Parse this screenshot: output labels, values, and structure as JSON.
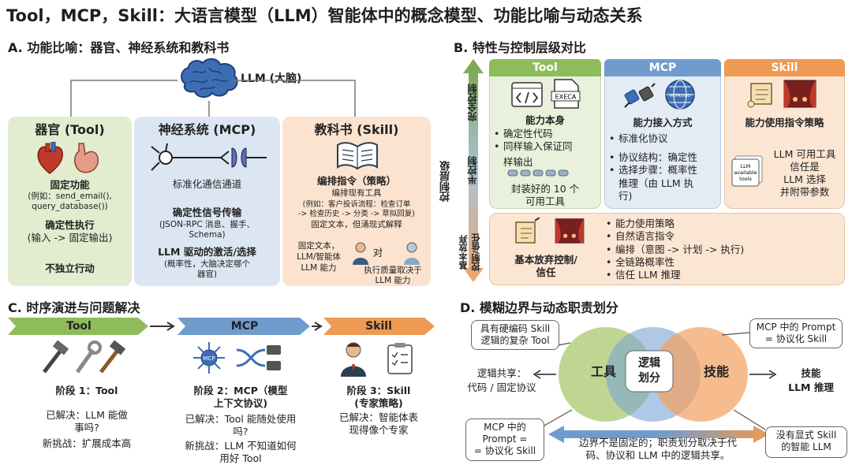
{
  "title": "Tool，MCP，Skill：大语言模型（LLM）智能体中的概念模型、功能比喻与动态关系",
  "secA": {
    "heading": "A. 功能比喻：器官、神经系统和教科书",
    "brain": "LLM (大脑)",
    "tool": {
      "title": "器官 (Tool)",
      "l1": "固定功能",
      "l2": "(例如：send_email(),",
      "l3": "query_database())",
      "l4": "确定性执行",
      "l5": "(输入 -> 固定输出)",
      "l6": "不独立行动"
    },
    "mcp": {
      "title": "神经系统 (MCP)",
      "l1": "标准化通信通道",
      "l2": "确定性信号传输",
      "l3": "(JSON-RPC 消息、握手、",
      "l4": "Schema)",
      "l5": "LLM 驱动的激活/选择",
      "l6": "(概率性，大脑决定哪个",
      "l7": "器官)"
    },
    "skill": {
      "title": "教科书 (Skill)",
      "l1": "编排指令（策略）",
      "l2": "编排现有工具",
      "l3": "(例如：客户投诉流程：检查订单",
      "l4": "-> 检查历史 -> 分类 -> 草拟回复)",
      "l5": "固定文本，但涌现式解释",
      "l6": "固定文本，",
      "l7": "LLM/智能体",
      "l8": "LLM 能力",
      "l9": "对",
      "l10": "执行质量取决于",
      "l11": "LLM 能力"
    }
  },
  "secB": {
    "heading": "B. 特性与控制层级对比",
    "axis": "控制层级",
    "full": "完全控制",
    "half": "半控制",
    "abandon": "基本放弃",
    "trust": "控制/信任",
    "tool": {
      "hdr": "Tool",
      "l1": "能力本身",
      "b1": "确定性代码",
      "b2": "同样输入保证同",
      "b3": "样输出",
      "l2": "封装好的 10 个",
      "l3": "可用工具",
      "icon": "EXECA"
    },
    "mcp": {
      "hdr": "MCP",
      "l1": "能力接入方式",
      "b1": "标准化协议",
      "b2": "协议结构：确定性",
      "b3": "选择步骤：概率性",
      "b4": "推理（由 LLM 执",
      "b5": "行)",
      "icon": "MCPROVID"
    },
    "skill": {
      "hdr": "Skill",
      "l1": "能力使用指令策略",
      "l2": "LLM 可用工具",
      "l3": "信任是",
      "l4": "LLM 选择",
      "l5": "并附带参数",
      "icon1": "LLM",
      "icon2": "available",
      "icon3": "tools"
    },
    "bottom": {
      "l1": "基本放弃控制/",
      "l2": "信任",
      "b1": "能力使用策略",
      "b2": "自然语言指令",
      "b3": "编排（意图 -> 计划 -> 执行)",
      "b4": "全链路概率性",
      "b5": "信任 LLM 推理"
    }
  },
  "secC": {
    "heading": "C. 时序演进与问题解决",
    "a1": "Tool",
    "a2": "MCP",
    "a3": "Skill",
    "s1": {
      "t1": "阶段 1：Tool",
      "r1": "已解决：LLM 能做",
      "r2": "事吗?",
      "r3": "新挑战：扩展成本高"
    },
    "s2": {
      "t1": "阶段 2：MCP（模型",
      "t2": "上下文协议)",
      "r1": "已解决：Tool 能随处使用",
      "r2": "吗?",
      "r3": "新挑战：LLM 不知道如何",
      "r4": "用好 Tool"
    },
    "s3": {
      "t1": "阶段 3：Skill",
      "t2": "(专家策略)",
      "r1": "已解决：智能体表",
      "r2": "现得像个专家"
    },
    "mcpicon": "MCP"
  },
  "secD": {
    "heading": "D. 模糊边界与动态职责划分",
    "c1": {
      "l1": "具有硬编码 Skill",
      "l2": "逻辑的复杂 Tool"
    },
    "c2": {
      "l1": "MCP 中的 Prompt",
      "l2": "= 协议化 Skill"
    },
    "c3": {
      "l1": "MCP 中的",
      "l2": "Prompt =",
      "l3": "= 协议化 Skill"
    },
    "c4": {
      "l1": "没有显式 Skill",
      "l2": "的智能 LLM"
    },
    "left1": "逻辑共享：",
    "left2": "代码 / 固定协议",
    "right1": "技能",
    "right2": "LLM 推理",
    "v1": "工具",
    "v2": "技能",
    "v3": "逻辑",
    "v4": "划分",
    "bottom1": "边界不是固定的；职责划分取决于代",
    "bottom2": "码、协议和 LLM 中的逻辑共享。"
  }
}
